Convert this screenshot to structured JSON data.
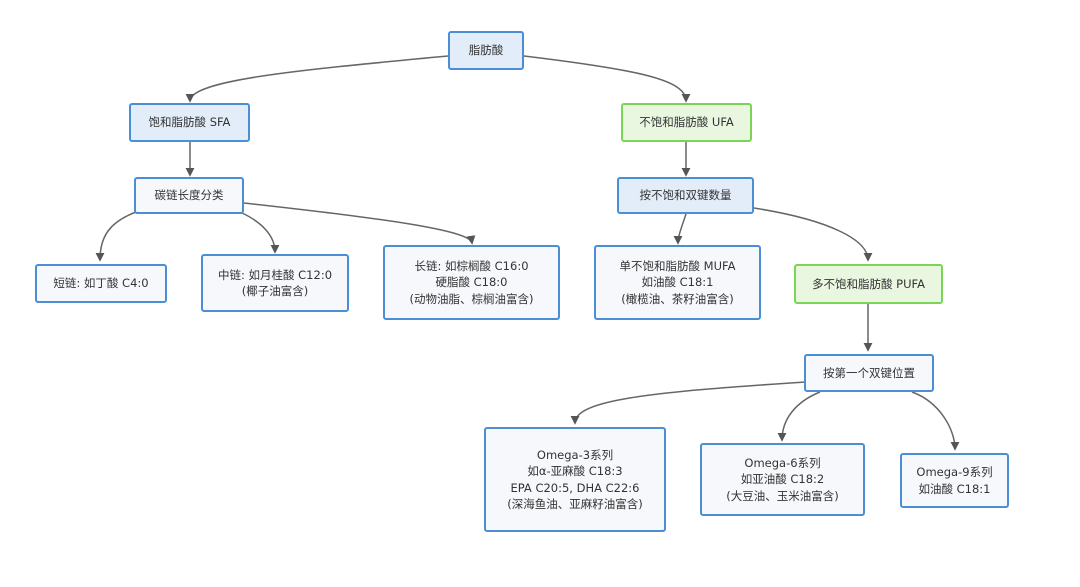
{
  "root": {
    "label": "脂肪酸"
  },
  "saturated": {
    "label": "饱和脂肪酸 SFA",
    "classifier": "碳链长度分类",
    "short_chain": {
      "lines": [
        "短链: 如丁酸 C4:0"
      ]
    },
    "medium_chain": {
      "lines": [
        "中链: 如月桂酸 C12:0",
        "(椰子油富含)"
      ]
    },
    "long_chain": {
      "lines": [
        "长链: 如棕榈酸 C16:0",
        "硬脂酸 C18:0",
        "(动物油脂、棕榈油富含)"
      ]
    }
  },
  "unsaturated": {
    "label": "不饱和脂肪酸 UFA",
    "classifier": "按不饱和双键数量",
    "mufa": {
      "lines": [
        "单不饱和脂肪酸 MUFA",
        "如油酸 C18:1",
        "(橄榄油、茶籽油富含)"
      ]
    },
    "pufa": {
      "label": "多不饱和脂肪酸 PUFA",
      "classifier": "按第一个双键位置",
      "omega3": {
        "lines": [
          "Omega-3系列",
          "如α-亚麻酸 C18:3",
          "EPA C20:5, DHA C22:6",
          "(深海鱼油、亚麻籽油富含)"
        ]
      },
      "omega6": {
        "lines": [
          "Omega-6系列",
          "如亚油酸 C18:2",
          "(大豆油、玉米油富含)"
        ]
      },
      "omega9": {
        "lines": [
          "Omega-9系列",
          "如油酸 C18:1"
        ]
      }
    }
  }
}
